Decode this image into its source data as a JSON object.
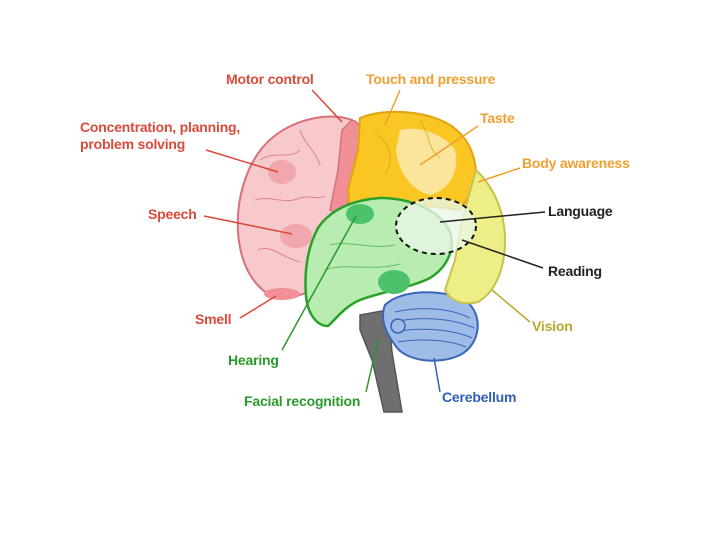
{
  "labels": {
    "motor_control": "Motor control",
    "touch_pressure": "Touch and pressure",
    "taste": "Taste",
    "concentration": "Concentration, planning, problem solving",
    "body_awareness": "Body awareness",
    "speech": "Speech",
    "language": "Language",
    "reading": "Reading",
    "smell": "Smell",
    "vision": "Vision",
    "hearing": "Hearing",
    "facial_recognition": "Facial recognition",
    "cerebellum": "Cerebellum"
  },
  "colors": {
    "frontal": "#f7c9cc",
    "motor": "#f08f95",
    "parietal": "#f9c623",
    "occipital": "#eeee88",
    "temporal": "#b8ecb0",
    "temporal_spot": "#4cc26a",
    "cerebellum": "#9fbbe8",
    "brainstem": "#6f6f6f",
    "red_label": "#d94a3a",
    "orange_label": "#f0a030",
    "black_label": "#222222",
    "green_label": "#2a9a2a",
    "blue_label": "#2f5fb8",
    "olive_label": "#b9a82a"
  }
}
